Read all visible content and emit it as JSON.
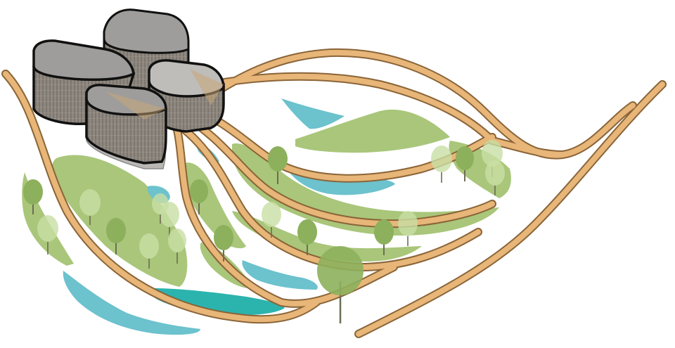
{
  "diagram": {
    "kind": "axonometric landscape site plan",
    "text_labels": [],
    "colors": {
      "background": "#ffffff",
      "path_fill": "#E7B678",
      "path_stroke": "#8A6438",
      "lawn": "#A9C67A",
      "lawn_light": "#BDD497",
      "water": "#6CC2CD",
      "water_deep": "#2BB3AE",
      "tree_canopy": "#8DB05C",
      "tree_canopy_pale": "#C9DFA4",
      "tree_trunk": "#6D6D55",
      "building_roof": "#9E9D9B",
      "building_roof_light": "#BEBDBA",
      "building_facade": "#8E8880",
      "building_outline": "#111111"
    },
    "elements": {
      "buildings": 4,
      "lawn_beds": 8,
      "ponds": 7,
      "trees": 21,
      "paths": 9
    }
  }
}
